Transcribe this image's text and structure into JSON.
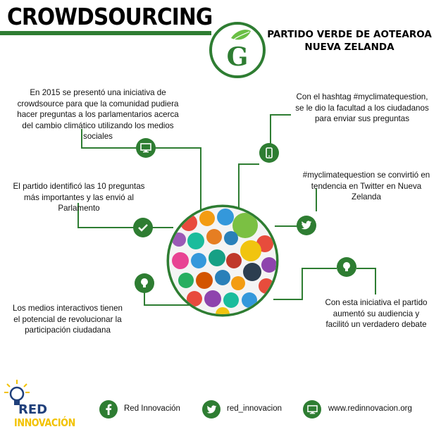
{
  "header": {
    "title": "CROWDSOURCING"
  },
  "party": {
    "line1": "PARTIDO VERDE DE AOTEAROA",
    "line2": "NUEVA ZELANDA",
    "logo_letter": "G"
  },
  "left_items": [
    {
      "text": "En 2015 se presentó una iniciativa de crowdsource para que la comunidad pudiera hacer preguntas a los parlamentarios acerca del cambio climático utilizando los medios sociales",
      "icon": "monitor-icon"
    },
    {
      "text": "El partido identificó las 10 preguntas más importantes y las envió al Parlamento",
      "icon": "check-icon"
    },
    {
      "text": "Los medios interactivos tienen el potencial de revolucionar la participación ciudadana",
      "icon": "lightbulb-icon"
    }
  ],
  "right_items": [
    {
      "text": "Con el hashtag #myclimatequestion, se le dio la facultad a los ciudadanos para enviar sus preguntas",
      "icon": "smartphone-icon"
    },
    {
      "text": "#myclimatequestion se convirtió en tendencia en Twitter en Nueva Zelanda",
      "icon": "twitter-icon"
    },
    {
      "text": "Con esta iniciativa el partido aumentó su audiencia y facilitó un verdadero debate",
      "icon": "lightbulb-icon"
    }
  ],
  "footer": {
    "brand_line1": "RED",
    "brand_line2": "INNOVACIÓN",
    "facebook": "Red Innovación",
    "twitter": "red_innovacion",
    "website": "www.redinnovacion.org"
  },
  "colors": {
    "green": "#2e7d32",
    "brand_blue": "#1f3f7a",
    "brand_yellow": "#f2c200"
  }
}
